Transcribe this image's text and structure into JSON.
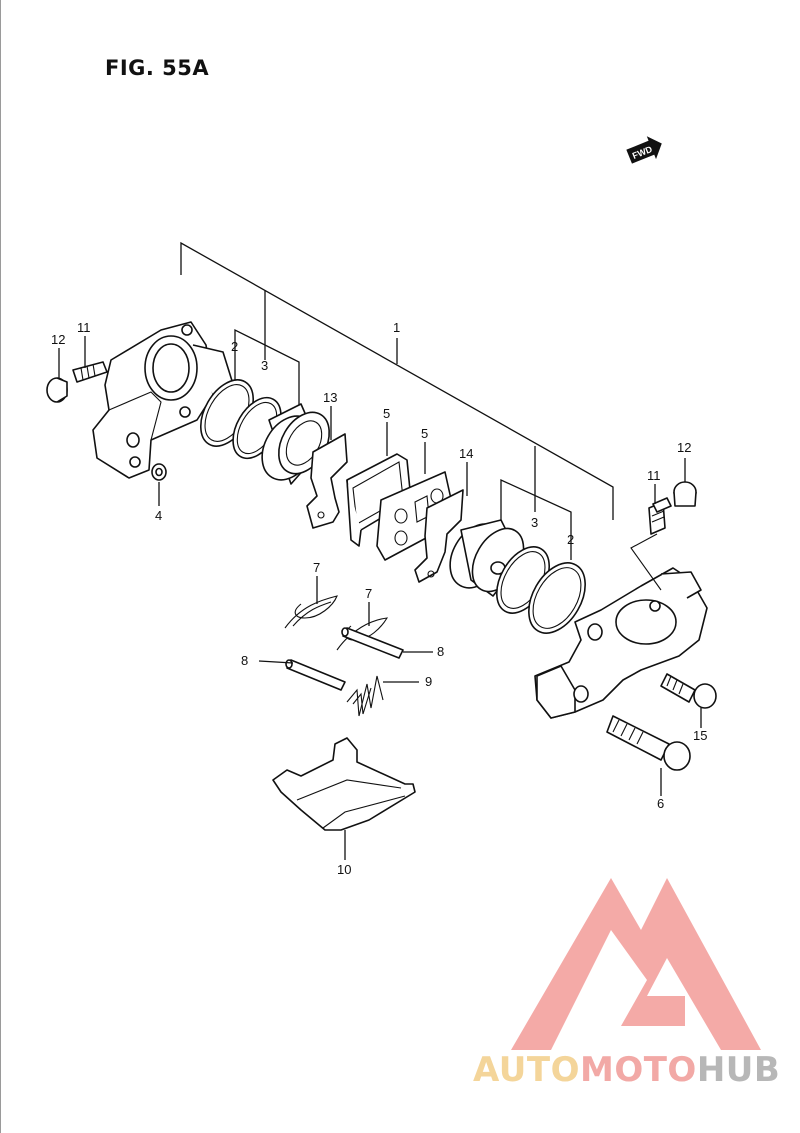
{
  "figure": {
    "title": "FIG. 55A"
  },
  "direction_badge": {
    "label": "FWD"
  },
  "callouts": [
    {
      "id": "c1",
      "label": "1"
    },
    {
      "id": "c2a",
      "label": "2"
    },
    {
      "id": "c2b",
      "label": "2"
    },
    {
      "id": "c3a",
      "label": "3"
    },
    {
      "id": "c3b",
      "label": "3"
    },
    {
      "id": "c4",
      "label": "4"
    },
    {
      "id": "c5a",
      "label": "5"
    },
    {
      "id": "c5b",
      "label": "5"
    },
    {
      "id": "c6",
      "label": "6"
    },
    {
      "id": "c7a",
      "label": "7"
    },
    {
      "id": "c7b",
      "label": "7"
    },
    {
      "id": "c8a",
      "label": "8"
    },
    {
      "id": "c8b",
      "label": "8"
    },
    {
      "id": "c9",
      "label": "9"
    },
    {
      "id": "c10",
      "label": "10"
    },
    {
      "id": "c11a",
      "label": "11"
    },
    {
      "id": "c11b",
      "label": "11"
    },
    {
      "id": "c12a",
      "label": "12"
    },
    {
      "id": "c12b",
      "label": "12"
    },
    {
      "id": "c13",
      "label": "13"
    },
    {
      "id": "c14",
      "label": "14"
    },
    {
      "id": "c15",
      "label": "15"
    }
  ],
  "watermark": {
    "part1": "AUTO",
    "part2": "MOTO",
    "part3": "HUB",
    "colors": {
      "auto": "#f4d59a",
      "moto": "#f2a9a6",
      "hub": "#b7b7b7",
      "logo": "#f29b98"
    }
  }
}
